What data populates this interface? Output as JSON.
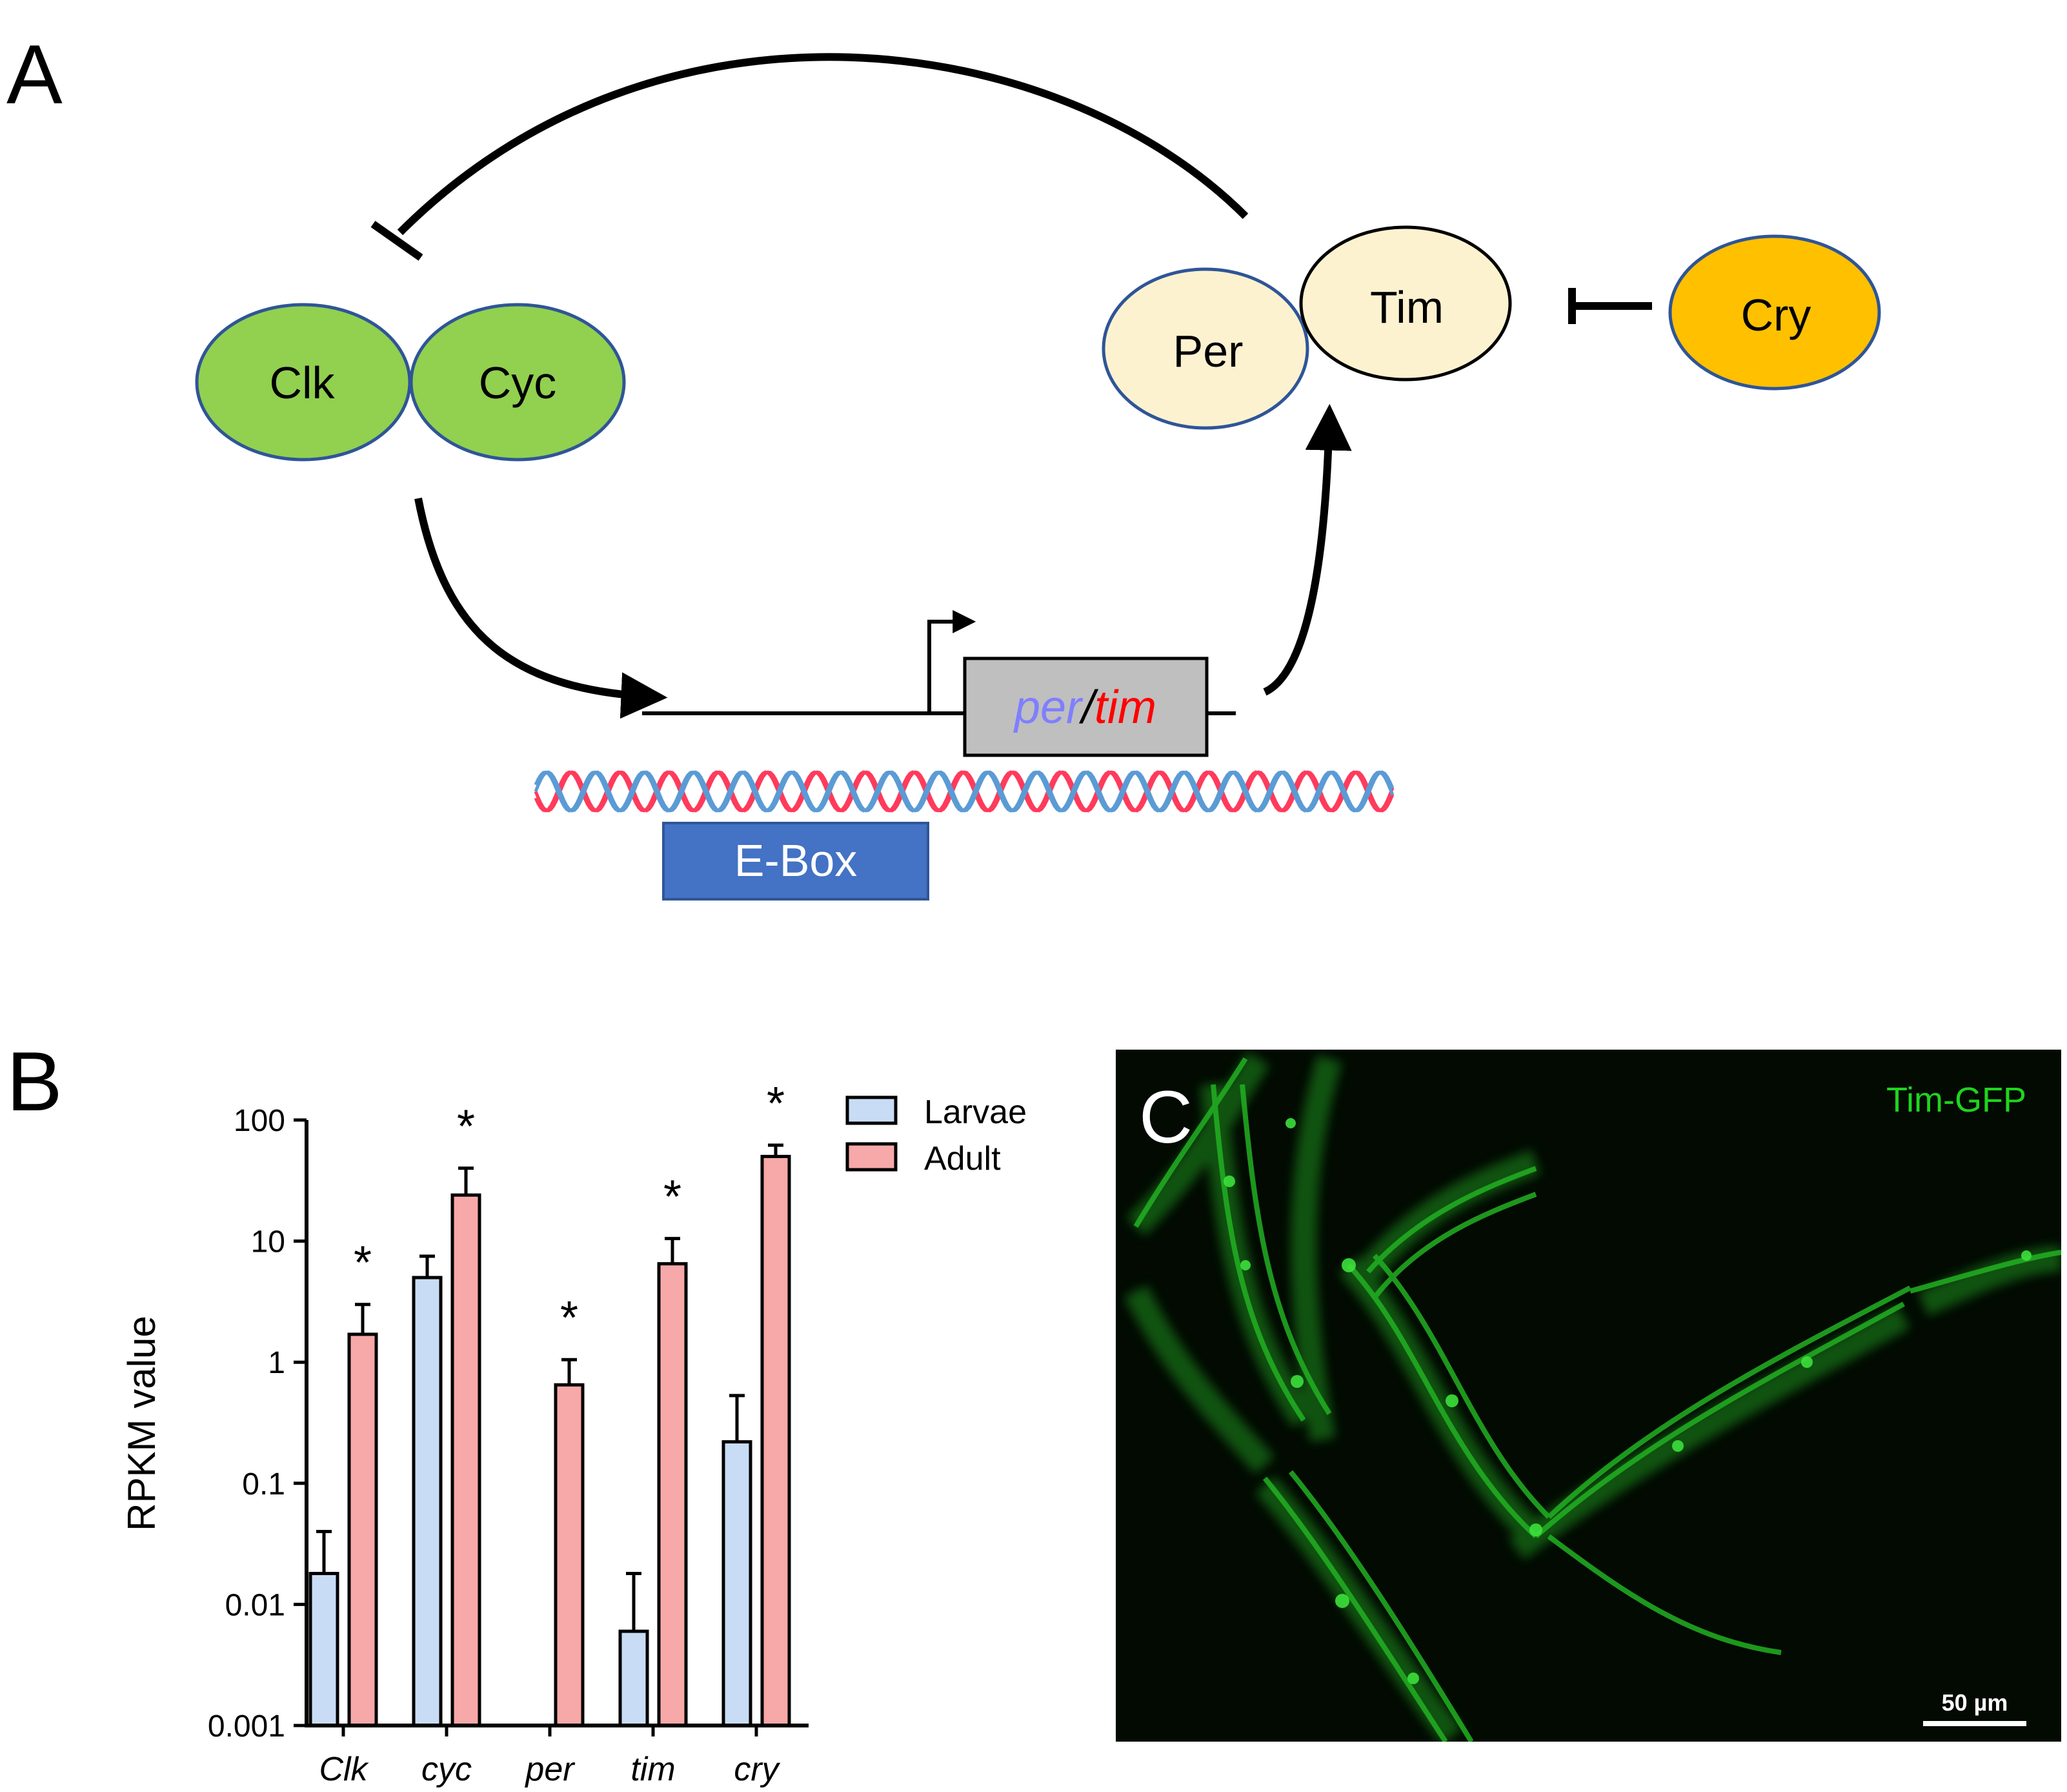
{
  "panelA": {
    "letter": "A",
    "nodes": {
      "clk": "Clk",
      "cyc": "Cyc",
      "per": "Per",
      "tim": "Tim",
      "cry": "Cry"
    },
    "gene_per": "per",
    "gene_sep": "/",
    "gene_tim": "tim",
    "ebox": "E-Box",
    "colors": {
      "clk_cyc_fill": "#92d050",
      "per_tim_fill": "#fdf2d0",
      "cry_fill": "#ffc000",
      "node_stroke": "#2f5597",
      "gene_box_fill": "#bfbfbf",
      "ebox_fill": "#4472c4",
      "per_text": "#7f7fff",
      "tim_text": "#ff0000",
      "dna_red": "#ff3b5c",
      "dna_blue": "#5b9bd5"
    }
  },
  "panelB": {
    "letter": "B",
    "chart_data": {
      "type": "bar",
      "ylabel": "RPKM value",
      "yscale": "log",
      "ylim": [
        0.001,
        100
      ],
      "ytick_labels": [
        "0.001",
        "0.01",
        "0.1",
        "1",
        "10",
        "100"
      ],
      "ytick_values": [
        0.001,
        0.01,
        0.1,
        1,
        10,
        100
      ],
      "categories": [
        "Clk",
        "cyc",
        "per",
        "tim",
        "cry"
      ],
      "series": [
        {
          "name": "Larvae",
          "color": "#c9dcf5",
          "values": [
            0.018,
            5.0,
            null,
            0.006,
            0.22
          ],
          "errors_upper": [
            0.04,
            7.5,
            null,
            0.018,
            0.53
          ]
        },
        {
          "name": "Adult",
          "color": "#f7a8a8",
          "values": [
            1.7,
            24,
            0.65,
            6.5,
            50
          ],
          "errors_upper": [
            3.0,
            40,
            1.05,
            10.5,
            62
          ]
        }
      ],
      "significance": [
        "*",
        "*",
        "*",
        "*",
        "*"
      ],
      "legend_position": "top-right"
    }
  },
  "panelC": {
    "letter": "C",
    "label": "Tim-GFP",
    "scale_bar": "50 µm",
    "label_color": "#1fd41f"
  }
}
